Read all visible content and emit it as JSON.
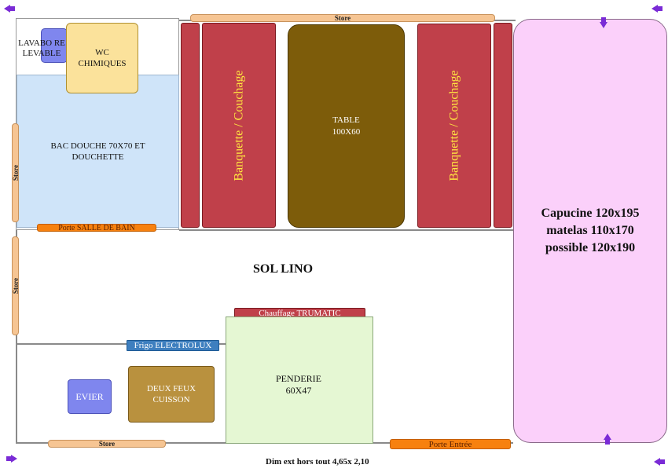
{
  "labels": {
    "lavabo": "LAVABO RELEVABLE",
    "wc": "WC CHIMIQUES",
    "douche": "BAC DOUCHE 70X70 ET DOUCHETTE",
    "porte_sdb": "Porte SALLE DE BAIN",
    "banquette": "Banquette / Couchage",
    "table": "TABLE 100X60",
    "capucine": "Capucine 120x195 matelas 110x170 possible 120x190",
    "sol": "SOL LINO",
    "chauffage": "Chauffage TRUMATIC",
    "frigo": "Frigo ELECTROLUX",
    "evier": "EVIER",
    "feux": "DEUX FEUX CUISSON",
    "penderie": "PENDERIE 60X47",
    "porte_entree": "Porte Entrée",
    "store": "Store",
    "dimensions": "Dim ext hors tout 4,65x 2,10"
  },
  "colors": {
    "shower": "#cfe4f9",
    "wc": "#fbe29b",
    "lavabo": "#7f86ee",
    "banquette": "#c0404a",
    "table": "#7d5c0a",
    "capucine": "#fbd0fa",
    "penderie": "#e5f7d3",
    "feux": "#b9913e",
    "evier": "#7f86ee",
    "frigo": "#3e7fbf",
    "chauffage": "#c0404a",
    "porte": "#f7810f",
    "store": "#f6c593",
    "arrow": "#7a2bd6"
  },
  "icons": [
    "direction-arrow-icon"
  ]
}
